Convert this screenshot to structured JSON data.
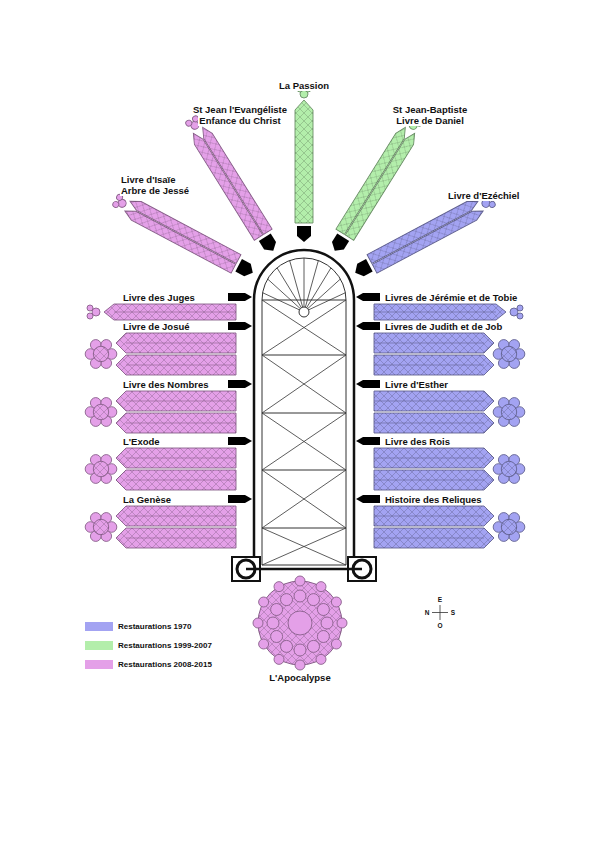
{
  "diagram": {
    "labels": [
      "Livre d'Isaïe",
      "Arbre de Jessé",
      "St Jean l'Evangéliste",
      "Enfance du Christ",
      "La Passion",
      "St Jean-Baptiste",
      "Livre de Daniel",
      "Livre d'Ezéchiel",
      "Livre des Juges",
      "Livre de Josué",
      "Livre des Nombres",
      "L'Exode",
      "La Genèse",
      "Livres de Jérémie et de Tobie",
      "Livres de Judith et de Job",
      "Livre d'Esther",
      "Livre des Rois",
      "Histoire des Reliques",
      "L'Apocalypse",
      "E",
      "N",
      "S",
      "O"
    ],
    "legend": [
      {
        "text": "Restaurations 1970",
        "color": "#a3a3f2"
      },
      {
        "text": "Restaurations 1999-2007",
        "color": "#b3eeab"
      },
      {
        "text": "Restaurations 2008-2015",
        "color": "#e4a0e8"
      }
    ]
  }
}
